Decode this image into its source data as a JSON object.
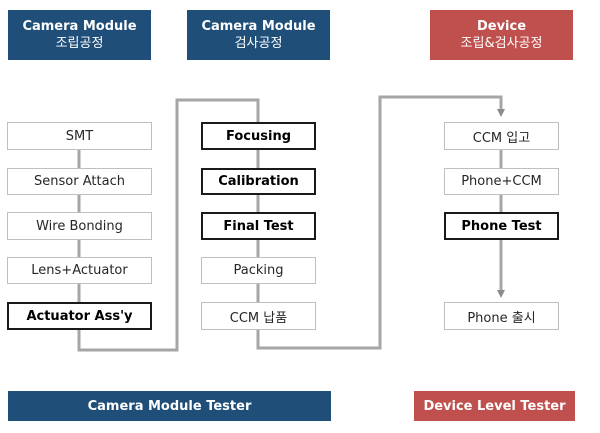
{
  "headers": {
    "cm_assembly": {
      "title": "Camera Module",
      "sub": "조립공정"
    },
    "cm_inspection": {
      "title": "Camera Module",
      "sub": "검사공정"
    },
    "device": {
      "title": "Device",
      "sub": "조립&검사공정"
    }
  },
  "columns": {
    "assembly": [
      "SMT",
      "Sensor Attach",
      "Wire Bonding",
      "Lens+Actuator",
      "Actuator Ass'y"
    ],
    "inspection": [
      "Focusing",
      "Calibration",
      "Final Test",
      "Packing",
      "CCM 납품"
    ],
    "device": [
      "CCM 입고",
      "Phone+CCM",
      "Phone Test",
      "Phone 출시"
    ]
  },
  "footers": {
    "cm_tester": "Camera Module Tester",
    "device_tester": "Device Level Tester"
  },
  "colors": {
    "header_blue": "#1f4e79",
    "header_red": "#c0504d",
    "connector_gray": "#a6a6a6"
  }
}
